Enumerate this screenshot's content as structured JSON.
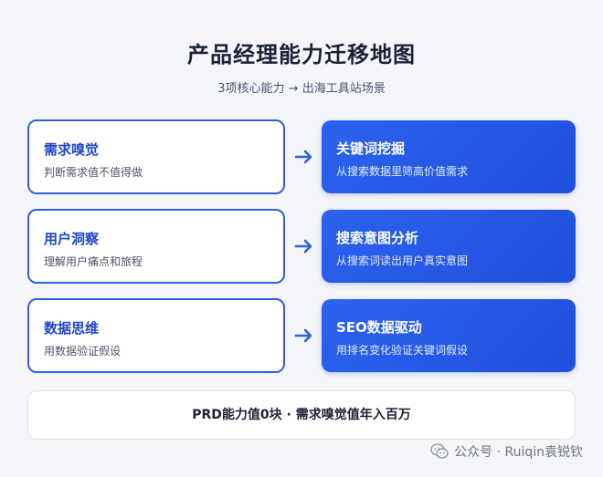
{
  "header": {
    "title": "产品经理能力迁移地图",
    "subtitle": "3项核心能力 → 出海工具站场景"
  },
  "rows": [
    {
      "left": {
        "title": "需求嗅觉",
        "desc": "判断需求值不值得做"
      },
      "right": {
        "title": "关键词挖掘",
        "desc": "从搜索数据里筛高价值需求"
      }
    },
    {
      "left": {
        "title": "用户洞察",
        "desc": "理解用户痛点和旅程"
      },
      "right": {
        "title": "搜索意图分析",
        "desc": "从搜索词读出用户真实意图"
      }
    },
    {
      "left": {
        "title": "数据思维",
        "desc": "用数据验证假设"
      },
      "right": {
        "title": "SEO数据驱动",
        "desc": "用排名变化验证关键词假设"
      }
    }
  ],
  "footer": {
    "text": "PRD能力值0块 · 需求嗅觉值年入百万"
  },
  "watermark": {
    "text": "公众号 · Ruiqin袁锐钦",
    "icon": "wechat-icon"
  },
  "colors": {
    "accent": "#2f5fe0",
    "accent_dark": "#1f4fdc",
    "title": "#1b2235",
    "muted": "#4b5468"
  }
}
